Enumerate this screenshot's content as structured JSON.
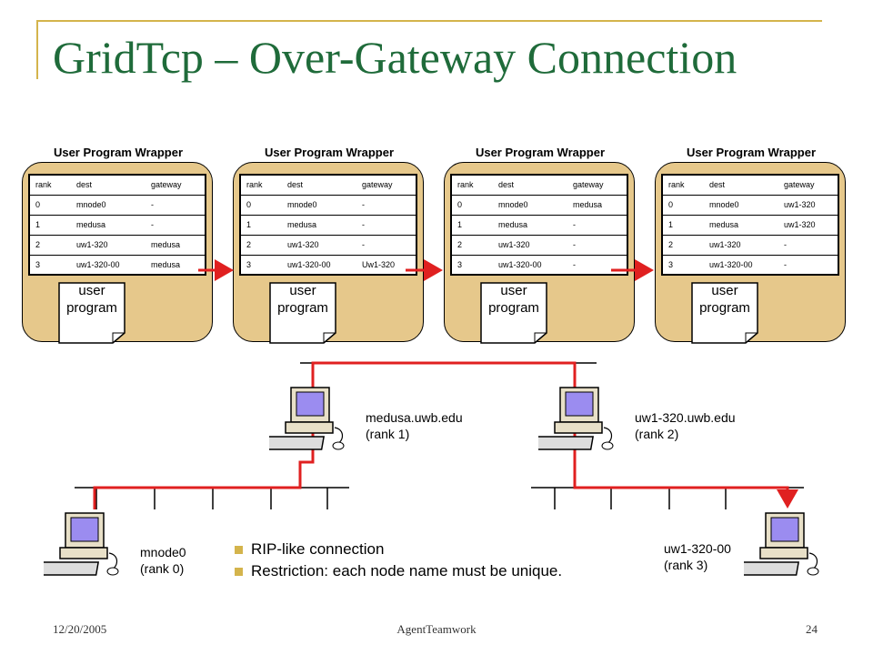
{
  "slide": {
    "title": "GridTcp – Over-Gateway Connection",
    "footer_date": "12/20/2005",
    "footer_center": "AgentTeamwork",
    "page_number": "24"
  },
  "wrappers": [
    {
      "label": "User Program Wrapper",
      "program_line1": "user",
      "program_line2": "program",
      "table": [
        [
          "rank",
          "dest",
          "gateway"
        ],
        [
          "0",
          "mnode0",
          "-"
        ],
        [
          "1",
          "medusa",
          "-"
        ],
        [
          "2",
          "uw1-320",
          "medusa"
        ],
        [
          "3",
          "uw1-320-00",
          "medusa"
        ]
      ]
    },
    {
      "label": "User Program Wrapper",
      "program_line1": "user",
      "program_line2": "program",
      "table": [
        [
          "rank",
          "dest",
          "gateway"
        ],
        [
          "0",
          "mnode0",
          "-"
        ],
        [
          "1",
          "medusa",
          "-"
        ],
        [
          "2",
          "uw1-320",
          "-"
        ],
        [
          "3",
          "uw1-320-00",
          "Uw1-320"
        ]
      ]
    },
    {
      "label": "User Program Wrapper",
      "program_line1": "user",
      "program_line2": "program",
      "table": [
        [
          "rank",
          "dest",
          "gateway"
        ],
        [
          "0",
          "mnode0",
          "medusa"
        ],
        [
          "1",
          "medusa",
          "-"
        ],
        [
          "2",
          "uw1-320",
          "-"
        ],
        [
          "3",
          "uw1-320-00",
          "-"
        ]
      ]
    },
    {
      "label": "User Program Wrapper",
      "program_line1": "user",
      "program_line2": "program",
      "table": [
        [
          "rank",
          "dest",
          "gateway"
        ],
        [
          "0",
          "mnode0",
          "uw1-320"
        ],
        [
          "1",
          "medusa",
          "uw1-320"
        ],
        [
          "2",
          "uw1-320",
          "-"
        ],
        [
          "3",
          "uw1-320-00",
          "-"
        ]
      ]
    }
  ],
  "hosts": [
    {
      "name": "mnode0",
      "rank": "(rank 0)"
    },
    {
      "name": "medusa.uwb.edu",
      "rank": "(rank 1)"
    },
    {
      "name": "uw1-320.uwb.edu",
      "rank": "(rank 2)"
    },
    {
      "name": "uw1-320-00",
      "rank": "(rank 3)"
    }
  ],
  "bullets": [
    "RIP-like connection",
    "Restriction: each node name must be unique."
  ],
  "colors": {
    "title": "#1f6b3a",
    "accent": "#d4b44c",
    "wrapper_fill": "#e6c88b",
    "route": "#e02020"
  }
}
